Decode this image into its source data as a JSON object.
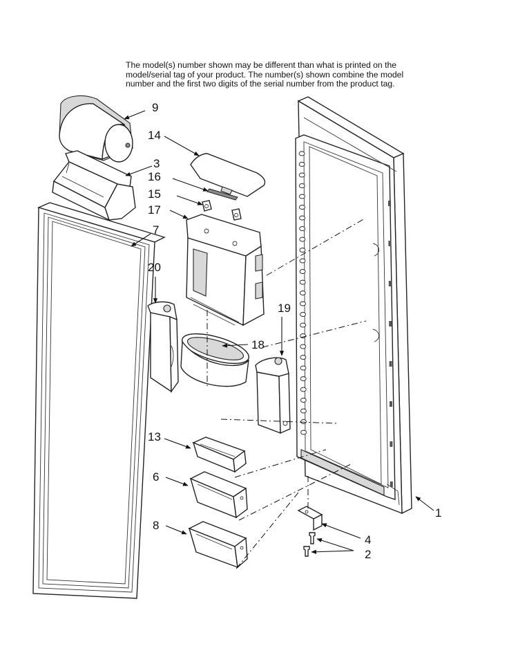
{
  "note": {
    "line1": "The model(s) number shown may be different than what is printed on the",
    "line2": "model/serial tag of your product. The number(s) shown combine the model",
    "line3": "number and the first two digits of the serial number from the product tag."
  },
  "callouts": {
    "c9": "9",
    "c14": "14",
    "c3": "3",
    "c16": "16",
    "c15": "15",
    "c17": "17",
    "c7": "7",
    "c20": "20",
    "c19": "19",
    "c18": "18",
    "c13": "13",
    "c6": "6",
    "c8": "8",
    "c4": "4",
    "c2": "2",
    "c1": "1"
  }
}
